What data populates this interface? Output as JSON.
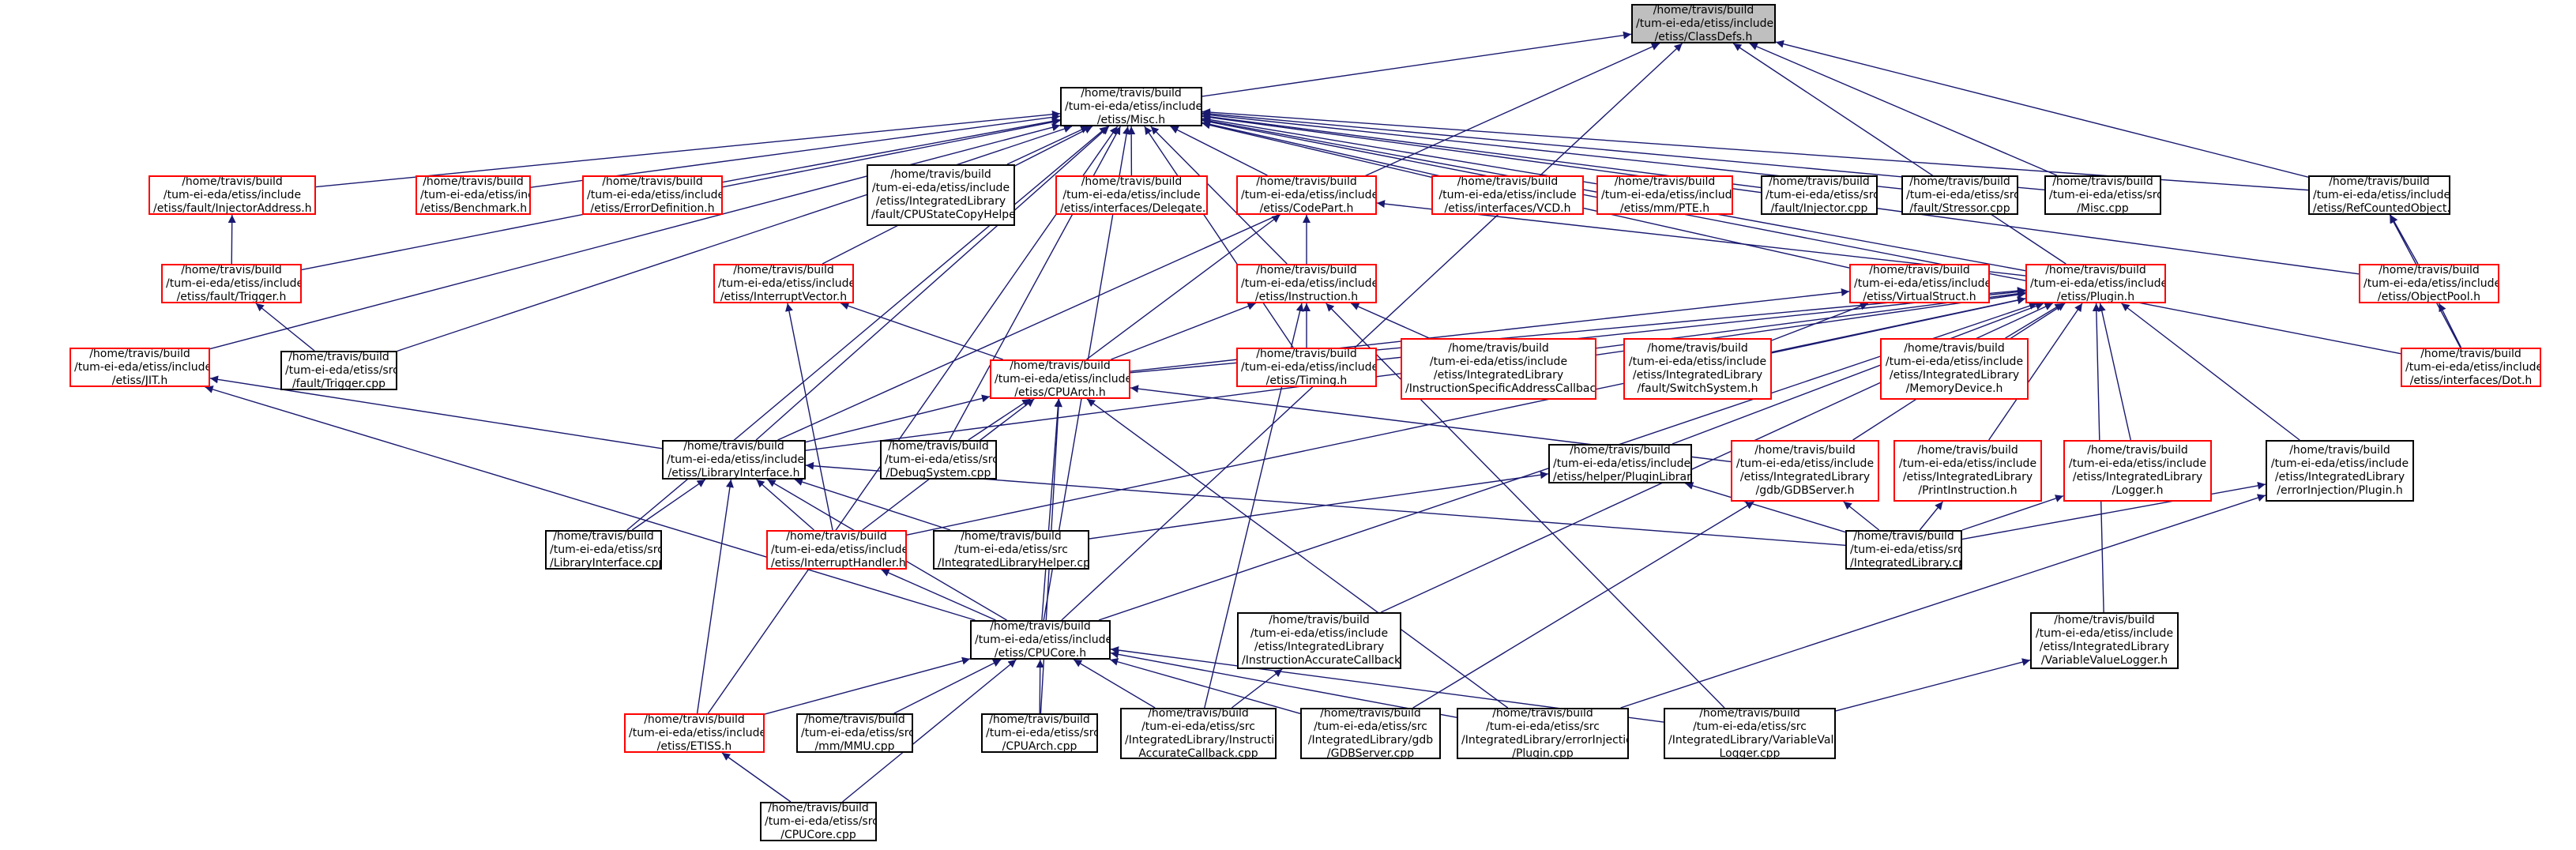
{
  "colors": {
    "edge": "#191970",
    "normal_border": "#000000",
    "missing_border": "#ff0000",
    "focus_fill": "#bfbfbf"
  },
  "nodes": [
    {
      "id": "classdefs",
      "lines": [
        "/home/travis/build",
        "/tum-ei-eda/etiss/include",
        "/etiss/ClassDefs.h"
      ],
      "kind": "focus"
    },
    {
      "id": "misc_h",
      "lines": [
        "/home/travis/build",
        "/tum-ei-eda/etiss/include",
        "/etiss/Misc.h"
      ],
      "kind": "normal"
    },
    {
      "id": "injectoraddress",
      "lines": [
        "/home/travis/build",
        "/tum-ei-eda/etiss/include",
        "/etiss/fault/InjectorAddress.h"
      ],
      "kind": "red"
    },
    {
      "id": "benchmark",
      "lines": [
        "/home/travis/build",
        "/tum-ei-eda/etiss/include",
        "/etiss/Benchmark.h"
      ],
      "kind": "red"
    },
    {
      "id": "errordefinition",
      "lines": [
        "/home/travis/build",
        "/tum-ei-eda/etiss/include",
        "/etiss/ErrorDefinition.h"
      ],
      "kind": "red"
    },
    {
      "id": "cpustatecopy",
      "lines": [
        "/home/travis/build",
        "/tum-ei-eda/etiss/include",
        "/etiss/IntegratedLibrary",
        "/fault/CPUStateCopyHelper.h"
      ],
      "kind": "normal"
    },
    {
      "id": "delegate",
      "lines": [
        "/home/travis/build",
        "/tum-ei-eda/etiss/include",
        "/etiss/interfaces/Delegate.h"
      ],
      "kind": "red"
    },
    {
      "id": "codepart",
      "lines": [
        "/home/travis/build",
        "/tum-ei-eda/etiss/include",
        "/etiss/CodePart.h"
      ],
      "kind": "red"
    },
    {
      "id": "vcd",
      "lines": [
        "/home/travis/build",
        "/tum-ei-eda/etiss/include",
        "/etiss/interfaces/VCD.h"
      ],
      "kind": "red"
    },
    {
      "id": "pte",
      "lines": [
        "/home/travis/build",
        "/tum-ei-eda/etiss/include",
        "/etiss/mm/PTE.h"
      ],
      "kind": "red"
    },
    {
      "id": "injector_cpp",
      "lines": [
        "/home/travis/build",
        "/tum-ei-eda/etiss/src",
        "/fault/Injector.cpp"
      ],
      "kind": "normal"
    },
    {
      "id": "stressor_cpp",
      "lines": [
        "/home/travis/build",
        "/tum-ei-eda/etiss/src",
        "/fault/Stressor.cpp"
      ],
      "kind": "normal"
    },
    {
      "id": "misc_cpp",
      "lines": [
        "/home/travis/build",
        "/tum-ei-eda/etiss/src",
        "/Misc.cpp"
      ],
      "kind": "normal"
    },
    {
      "id": "refcounted",
      "lines": [
        "/home/travis/build",
        "/tum-ei-eda/etiss/include",
        "/etiss/RefCountedObject.h"
      ],
      "kind": "normal"
    },
    {
      "id": "trigger_h",
      "lines": [
        "/home/travis/build",
        "/tum-ei-eda/etiss/include",
        "/etiss/fault/Trigger.h"
      ],
      "kind": "red"
    },
    {
      "id": "interruptvector",
      "lines": [
        "/home/travis/build",
        "/tum-ei-eda/etiss/include",
        "/etiss/InterruptVector.h"
      ],
      "kind": "red"
    },
    {
      "id": "instruction_h",
      "lines": [
        "/home/travis/build",
        "/tum-ei-eda/etiss/include",
        "/etiss/Instruction.h"
      ],
      "kind": "red"
    },
    {
      "id": "virtualstruct",
      "lines": [
        "/home/travis/build",
        "/tum-ei-eda/etiss/include",
        "/etiss/VirtualStruct.h"
      ],
      "kind": "red"
    },
    {
      "id": "plugin_h",
      "lines": [
        "/home/travis/build",
        "/tum-ei-eda/etiss/include",
        "/etiss/Plugin.h"
      ],
      "kind": "red"
    },
    {
      "id": "objectpool",
      "lines": [
        "/home/travis/build",
        "/tum-ei-eda/etiss/include",
        "/etiss/ObjectPool.h"
      ],
      "kind": "red"
    },
    {
      "id": "jit_h",
      "lines": [
        "/home/travis/build",
        "/tum-ei-eda/etiss/include",
        "/etiss/JIT.h"
      ],
      "kind": "red"
    },
    {
      "id": "trigger_cpp",
      "lines": [
        "/home/travis/build",
        "/tum-ei-eda/etiss/src",
        "/fault/Trigger.cpp"
      ],
      "kind": "normal"
    },
    {
      "id": "cpuarch_h",
      "lines": [
        "/home/travis/build",
        "/tum-ei-eda/etiss/include",
        "/etiss/CPUArch.h"
      ],
      "kind": "red"
    },
    {
      "id": "timing",
      "lines": [
        "/home/travis/build",
        "/tum-ei-eda/etiss/include",
        "/etiss/Timing.h"
      ],
      "kind": "red"
    },
    {
      "id": "isacallback",
      "lines": [
        "/home/travis/build",
        "/tum-ei-eda/etiss/include",
        "/etiss/IntegratedLibrary",
        "/InstructionSpecificAddressCallback.h"
      ],
      "kind": "red"
    },
    {
      "id": "switchsystem",
      "lines": [
        "/home/travis/build",
        "/tum-ei-eda/etiss/include",
        "/etiss/IntegratedLibrary",
        "/fault/SwitchSystem.h"
      ],
      "kind": "red"
    },
    {
      "id": "memorydevice",
      "lines": [
        "/home/travis/build",
        "/tum-ei-eda/etiss/include",
        "/etiss/IntegratedLibrary",
        "/MemoryDevice.h"
      ],
      "kind": "red"
    },
    {
      "id": "dot_h",
      "lines": [
        "/home/travis/build",
        "/tum-ei-eda/etiss/include",
        "/etiss/interfaces/Dot.h"
      ],
      "kind": "red"
    },
    {
      "id": "libraryinterface_h",
      "lines": [
        "/home/travis/build",
        "/tum-ei-eda/etiss/include",
        "/etiss/LibraryInterface.h"
      ],
      "kind": "normal"
    },
    {
      "id": "debugsystem_cpp",
      "lines": [
        "/home/travis/build",
        "/tum-ei-eda/etiss/src",
        "/DebugSystem.cpp"
      ],
      "kind": "normal"
    },
    {
      "id": "pluginlibrary",
      "lines": [
        "/home/travis/build",
        "/tum-ei-eda/etiss/include",
        "/etiss/helper/PluginLibrary.h"
      ],
      "kind": "normal"
    },
    {
      "id": "gdbserver_h",
      "lines": [
        "/home/travis/build",
        "/tum-ei-eda/etiss/include",
        "/etiss/IntegratedLibrary",
        "/gdb/GDBServer.h"
      ],
      "kind": "red"
    },
    {
      "id": "printinstruction",
      "lines": [
        "/home/travis/build",
        "/tum-ei-eda/etiss/include",
        "/etiss/IntegratedLibrary",
        "/PrintInstruction.h"
      ],
      "kind": "red"
    },
    {
      "id": "logger_h",
      "lines": [
        "/home/travis/build",
        "/tum-ei-eda/etiss/include",
        "/etiss/IntegratedLibrary",
        "/Logger.h"
      ],
      "kind": "red"
    },
    {
      "id": "errinj_plugin_h",
      "lines": [
        "/home/travis/build",
        "/tum-ei-eda/etiss/include",
        "/etiss/IntegratedLibrary",
        "/errorInjection/Plugin.h"
      ],
      "kind": "normal"
    },
    {
      "id": "libraryinterface_cpp",
      "lines": [
        "/home/travis/build",
        "/tum-ei-eda/etiss/src",
        "/LibraryInterface.cpp"
      ],
      "kind": "normal"
    },
    {
      "id": "interrupthandler",
      "lines": [
        "/home/travis/build",
        "/tum-ei-eda/etiss/include",
        "/etiss/InterruptHandler.h"
      ],
      "kind": "red"
    },
    {
      "id": "integratedlibraryhelper",
      "lines": [
        "/home/travis/build",
        "/tum-ei-eda/etiss/src",
        "/IntegratedLibraryHelper.cpp"
      ],
      "kind": "normal"
    },
    {
      "id": "integratedlibrary_cpp",
      "lines": [
        "/home/travis/build",
        "/tum-ei-eda/etiss/src",
        "/IntegratedLibrary.cpp"
      ],
      "kind": "normal"
    },
    {
      "id": "cpucore_h",
      "lines": [
        "/home/travis/build",
        "/tum-ei-eda/etiss/include",
        "/etiss/CPUCore.h"
      ],
      "kind": "normal"
    },
    {
      "id": "iacallback_h",
      "lines": [
        "/home/travis/build",
        "/tum-ei-eda/etiss/include",
        "/etiss/IntegratedLibrary",
        "/InstructionAccurateCallback.h"
      ],
      "kind": "normal"
    },
    {
      "id": "variablevaluelogger_h",
      "lines": [
        "/home/travis/build",
        "/tum-ei-eda/etiss/include",
        "/etiss/IntegratedLibrary",
        "/VariableValueLogger.h"
      ],
      "kind": "normal"
    },
    {
      "id": "etiss_h",
      "lines": [
        "/home/travis/build",
        "/tum-ei-eda/etiss/include",
        "/etiss/ETISS.h"
      ],
      "kind": "red"
    },
    {
      "id": "mmu_cpp",
      "lines": [
        "/home/travis/build",
        "/tum-ei-eda/etiss/src",
        "/mm/MMU.cpp"
      ],
      "kind": "normal"
    },
    {
      "id": "cpuarch_cpp",
      "lines": [
        "/home/travis/build",
        "/tum-ei-eda/etiss/src",
        "/CPUArch.cpp"
      ],
      "kind": "normal"
    },
    {
      "id": "iacallback_cpp",
      "lines": [
        "/home/travis/build",
        "/tum-ei-eda/etiss/src",
        "/IntegratedLibrary/Instruction",
        "AccurateCallback.cpp"
      ],
      "kind": "normal"
    },
    {
      "id": "gdbserver_cpp",
      "lines": [
        "/home/travis/build",
        "/tum-ei-eda/etiss/src",
        "/IntegratedLibrary/gdb",
        "/GDBServer.cpp"
      ],
      "kind": "normal"
    },
    {
      "id": "errinj_plugin_cpp",
      "lines": [
        "/home/travis/build",
        "/tum-ei-eda/etiss/src",
        "/IntegratedLibrary/errorInjection",
        "/Plugin.cpp"
      ],
      "kind": "normal"
    },
    {
      "id": "variablevaluelogger_cpp",
      "lines": [
        "/home/travis/build",
        "/tum-ei-eda/etiss/src",
        "/IntegratedLibrary/VariableValue",
        "Logger.cpp"
      ],
      "kind": "normal"
    },
    {
      "id": "cpucore_cpp",
      "lines": [
        "/home/travis/build",
        "/tum-ei-eda/etiss/src",
        "/CPUCore.cpp"
      ],
      "kind": "normal"
    }
  ],
  "edges": [
    [
      "misc_h",
      "classdefs"
    ],
    [
      "refcounted",
      "classdefs"
    ],
    [
      "plugin_h",
      "classdefs"
    ],
    [
      "libraryinterface_h",
      "classdefs"
    ],
    [
      "cpucore_h",
      "classdefs"
    ],
    [
      "misc_cpp",
      "classdefs"
    ],
    [
      "injectoraddress",
      "misc_h"
    ],
    [
      "benchmark",
      "misc_h"
    ],
    [
      "errordefinition",
      "misc_h"
    ],
    [
      "cpustatecopy",
      "misc_h"
    ],
    [
      "delegate",
      "misc_h"
    ],
    [
      "codepart",
      "misc_h"
    ],
    [
      "vcd",
      "misc_h"
    ],
    [
      "pte",
      "misc_h"
    ],
    [
      "injector_cpp",
      "misc_h"
    ],
    [
      "stressor_cpp",
      "misc_h"
    ],
    [
      "misc_cpp",
      "misc_h"
    ],
    [
      "refcounted",
      "misc_h"
    ],
    [
      "trigger_h",
      "misc_h"
    ],
    [
      "trigger_cpp",
      "misc_h"
    ],
    [
      "interruptvector",
      "misc_h"
    ],
    [
      "instruction_h",
      "misc_h"
    ],
    [
      "virtualstruct",
      "misc_h"
    ],
    [
      "plugin_h",
      "misc_h"
    ],
    [
      "objectpool",
      "misc_h"
    ],
    [
      "jit_h",
      "misc_h"
    ],
    [
      "dot_h",
      "misc_h"
    ],
    [
      "libraryinterface_h",
      "misc_h"
    ],
    [
      "debugsystem_cpp",
      "misc_h"
    ],
    [
      "libraryinterface_cpp",
      "misc_h"
    ],
    [
      "etiss_h",
      "misc_h"
    ],
    [
      "cpucore_h",
      "misc_h"
    ],
    [
      "timing",
      "misc_h"
    ],
    [
      "trigger_h",
      "injectoraddress"
    ],
    [
      "trigger_cpp",
      "trigger_h"
    ],
    [
      "instruction_h",
      "codepart"
    ],
    [
      "cpuarch_h",
      "codepart"
    ],
    [
      "plugin_h",
      "codepart"
    ],
    [
      "cpuarch_h",
      "instruction_h"
    ],
    [
      "timing",
      "instruction_h"
    ],
    [
      "isacallback",
      "instruction_h"
    ],
    [
      "iacallback_cpp",
      "instruction_h"
    ],
    [
      "variablevaluelogger_cpp",
      "instruction_h"
    ],
    [
      "cpuarch_h",
      "interruptvector"
    ],
    [
      "interrupthandler",
      "interruptvector"
    ],
    [
      "switchsystem",
      "virtualstruct"
    ],
    [
      "cpuarch_h",
      "virtualstruct"
    ],
    [
      "cpuarch_h",
      "plugin_h"
    ],
    [
      "timing",
      "plugin_h"
    ],
    [
      "isacallback",
      "plugin_h"
    ],
    [
      "switchsystem",
      "plugin_h"
    ],
    [
      "memorydevice",
      "plugin_h"
    ],
    [
      "pluginlibrary",
      "plugin_h"
    ],
    [
      "gdbserver_h",
      "plugin_h"
    ],
    [
      "printinstruction",
      "plugin_h"
    ],
    [
      "logger_h",
      "plugin_h"
    ],
    [
      "errinj_plugin_h",
      "plugin_h"
    ],
    [
      "variablevaluelogger_h",
      "plugin_h"
    ],
    [
      "iacallback_h",
      "plugin_h"
    ],
    [
      "cpucore_h",
      "plugin_h"
    ],
    [
      "interrupthandler",
      "plugin_h"
    ],
    [
      "libraryinterface_h",
      "plugin_h"
    ],
    [
      "objectpool",
      "refcounted"
    ],
    [
      "dot_h",
      "refcounted"
    ],
    [
      "dot_h",
      "objectpool"
    ],
    [
      "libraryinterface_h",
      "jit_h"
    ],
    [
      "cpucore_h",
      "jit_h"
    ],
    [
      "libraryinterface_h",
      "cpuarch_h"
    ],
    [
      "debugsystem_cpp",
      "cpuarch_h"
    ],
    [
      "interrupthandler",
      "cpuarch_h"
    ],
    [
      "cpucore_h",
      "cpuarch_h"
    ],
    [
      "cpuarch_cpp",
      "cpuarch_h"
    ],
    [
      "errinj_plugin_cpp",
      "cpuarch_h"
    ],
    [
      "gdbserver_h",
      "cpuarch_h"
    ],
    [
      "libraryinterface_cpp",
      "libraryinterface_h"
    ],
    [
      "interrupthandler",
      "libraryinterface_h"
    ],
    [
      "integratedlibraryhelper",
      "libraryinterface_h"
    ],
    [
      "integratedlibrary_cpp",
      "libraryinterface_h"
    ],
    [
      "cpucore_h",
      "libraryinterface_h"
    ],
    [
      "etiss_h",
      "libraryinterface_h"
    ],
    [
      "integratedlibraryhelper",
      "pluginlibrary"
    ],
    [
      "integratedlibrary_cpp",
      "pluginlibrary"
    ],
    [
      "integratedlibrary_cpp",
      "gdbserver_h"
    ],
    [
      "gdbserver_cpp",
      "gdbserver_h"
    ],
    [
      "integratedlibrary_cpp",
      "printinstruction"
    ],
    [
      "integratedlibrary_cpp",
      "logger_h"
    ],
    [
      "integratedlibrary_cpp",
      "errinj_plugin_h"
    ],
    [
      "errinj_plugin_cpp",
      "errinj_plugin_h"
    ],
    [
      "cpucore_h",
      "interrupthandler"
    ],
    [
      "etiss_h",
      "cpucore_h"
    ],
    [
      "mmu_cpp",
      "cpucore_h"
    ],
    [
      "cpuarch_cpp",
      "cpucore_h"
    ],
    [
      "iacallback_cpp",
      "cpucore_h"
    ],
    [
      "gdbserver_cpp",
      "cpucore_h"
    ],
    [
      "errinj_plugin_cpp",
      "cpucore_h"
    ],
    [
      "variablevaluelogger_cpp",
      "cpucore_h"
    ],
    [
      "cpucore_cpp",
      "cpucore_h"
    ],
    [
      "iacallback_cpp",
      "iacallback_h"
    ],
    [
      "variablevaluelogger_cpp",
      "variablevaluelogger_h"
    ],
    [
      "cpucore_cpp",
      "etiss_h"
    ]
  ]
}
